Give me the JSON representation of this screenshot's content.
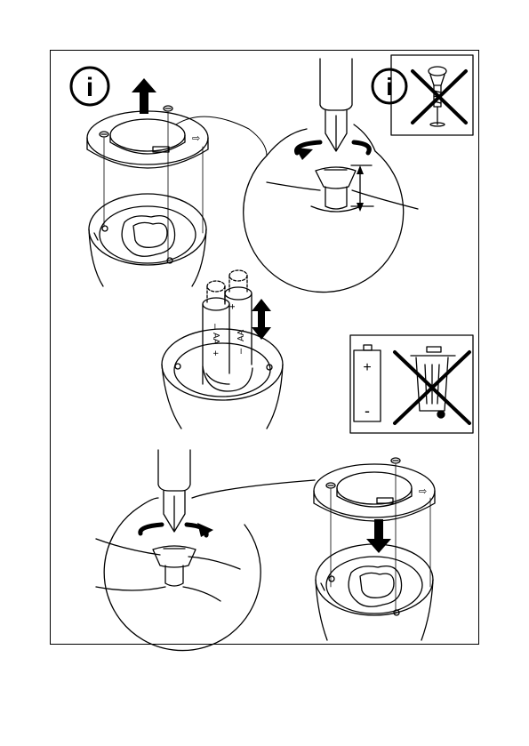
{
  "page": {
    "background": "#ffffff",
    "line_color": "#000000"
  },
  "icons": {
    "info_symbol": "i",
    "battery_plus": "+",
    "battery_minus": "-"
  },
  "battery_labels": {
    "left": "AA",
    "right": "AA"
  },
  "symbols": {
    "plus": "+",
    "minus": "–"
  }
}
